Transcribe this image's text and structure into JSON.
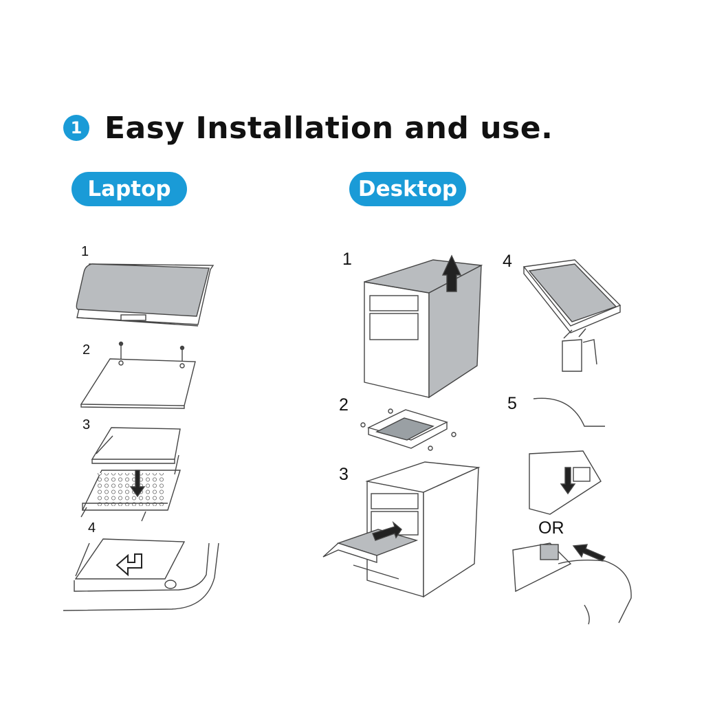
{
  "header": {
    "number": "1",
    "title": "Easy Installation and use."
  },
  "sections": {
    "laptop_label": "Laptop",
    "desktop_label": "Desktop"
  },
  "laptop_steps": [
    "1",
    "2",
    "3",
    "4"
  ],
  "desktop_steps": [
    "1",
    "2",
    "3",
    "4",
    "5"
  ],
  "desktop_or_label": "OR",
  "colors": {
    "accent": "#1a9bd7",
    "heading_text": "#111111",
    "panel_gray": "#b9bcbf",
    "line": "#3a3a3a"
  }
}
